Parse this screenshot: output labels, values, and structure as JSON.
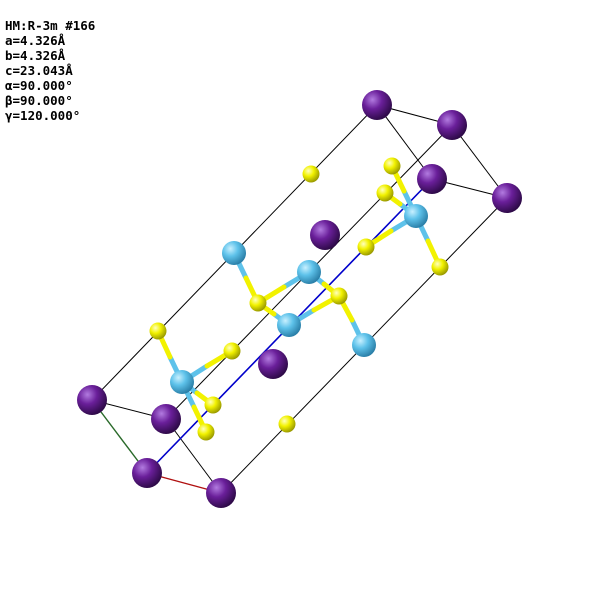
{
  "cell_info": {
    "space_group": "HM:R-3m #166",
    "a": "a=4.326Å",
    "b": "b=4.326Å",
    "c": "c=23.043Å",
    "alpha": "α=90.000°",
    "beta": "β=90.000°",
    "gamma": "γ=120.000°"
  },
  "colors": {
    "purple_atom": "#6a1f9a",
    "cyan_atom": "#5ec2ea",
    "yellow_atom": "#f2f200",
    "a_axis": "#b01010",
    "b_axis": "#2a6a2a",
    "c_axis": "#0000cc",
    "cell_edge": "#000000"
  }
}
